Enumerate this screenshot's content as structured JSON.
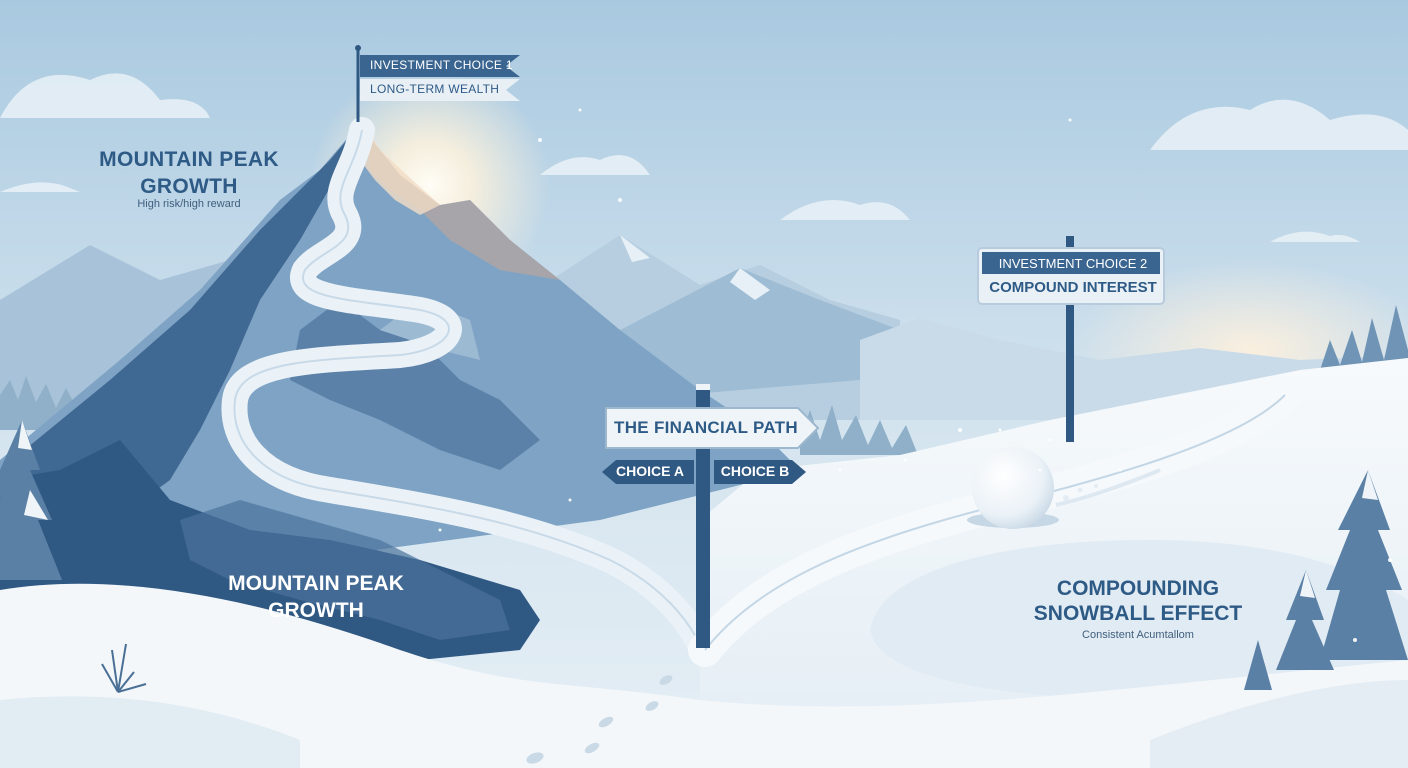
{
  "labels": {
    "peak_title_top": "MOUNTAIN PEAK\nGROWTH",
    "peak_subtitle": "High risk/high reward",
    "peak_title_bottom": "MOUNTAIN PEAK\nGROWTH",
    "snowball_title": "COMPOUNDING\nSNOWBALL EFFECT",
    "snowball_subtitle": "Consistent Acumtallom"
  },
  "flag": {
    "line1": "INVESTMENT CHOICE 1",
    "line2": "LONG-TERM WEALTH"
  },
  "sign_right": {
    "line1": "INVESTMENT CHOICE 2",
    "line2": "COMPOUND INTEREST"
  },
  "signpost": {
    "title": "THE FINANCIAL PATH",
    "left_arrow": "CHOICE A",
    "right_arrow": "CHOICE B"
  },
  "colors": {
    "sky_top": "#a9c9e0",
    "sky_bottom": "#e6eff5",
    "mountain_dark": "#3f6892",
    "mountain_mid": "#7fa3c4",
    "snow": "#f4f8fb",
    "sign_navy": "#2f5883",
    "sun_glow": "#fff3dc"
  }
}
